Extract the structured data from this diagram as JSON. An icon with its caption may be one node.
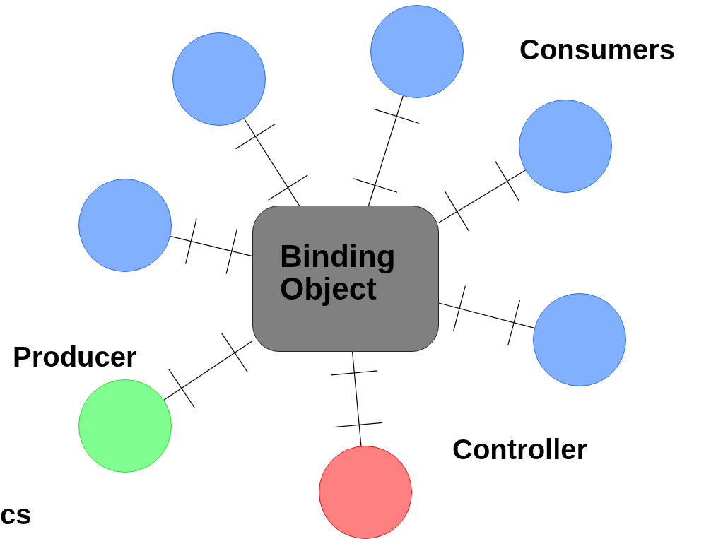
{
  "diagram": {
    "nodes": [
      {
        "text": [
          "Binding Object"
        ]
      },
      {
        "text": [],
        "shape": "circle"
      },
      {
        "text": [],
        "shape": "circle"
      },
      {
        "text": [],
        "shape": "circle"
      },
      {
        "text": [],
        "shape": "circle"
      },
      {
        "text": [],
        "shape": "circle"
      },
      {
        "text": [],
        "shape": "circle"
      },
      {
        "text": [],
        "shape": "circle"
      }
    ],
    "edges": [
      {
        "from": 0,
        "to": 1,
        "arrow": "other"
      },
      {
        "from": 0,
        "to": 2,
        "arrow": "other"
      },
      {
        "from": 0,
        "to": 3,
        "arrow": "other"
      },
      {
        "from": 0,
        "to": 4,
        "arrow": "other"
      },
      {
        "from": 0,
        "to": 5,
        "arrow": "other"
      },
      {
        "from": 0,
        "to": 6,
        "arrow": "other"
      },
      {
        "from": 0,
        "to": 7,
        "arrow": "other"
      }
    ],
    "labels": [
      "Consumers",
      "Producer",
      "Controller",
      "cs"
    ]
  }
}
